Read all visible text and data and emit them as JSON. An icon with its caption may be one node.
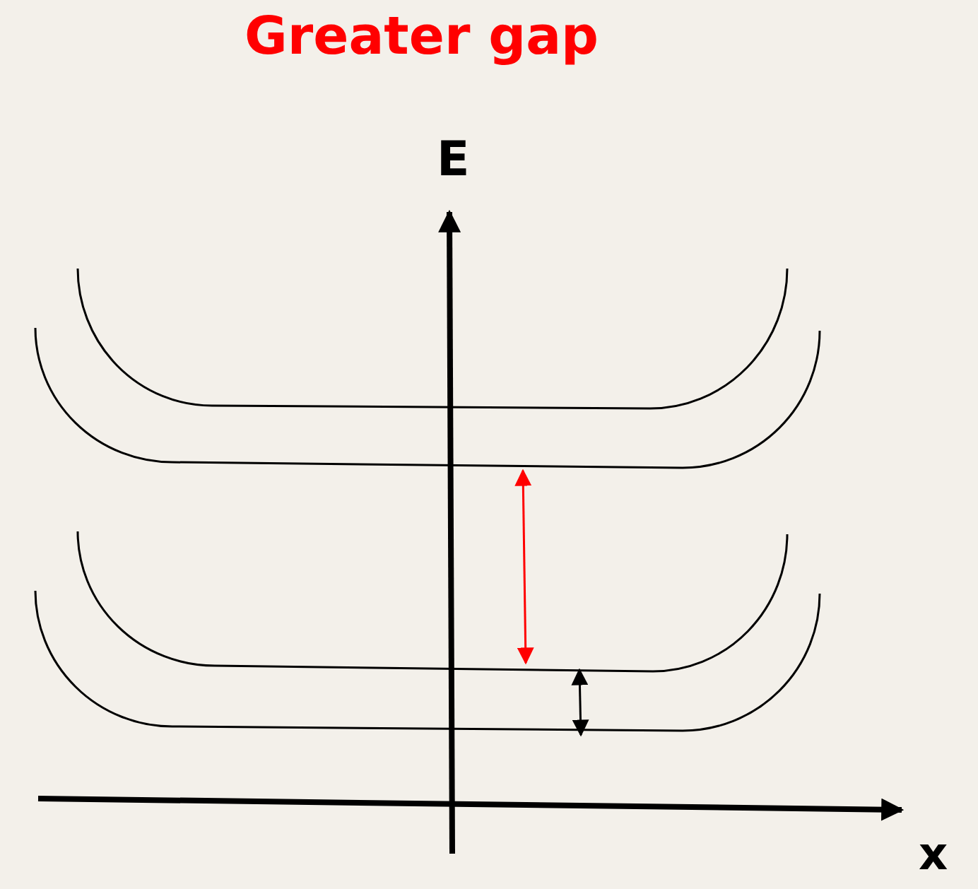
{
  "diagram": {
    "title": "Greater gap",
    "labels": [
      "E",
      "x"
    ]
  }
}
